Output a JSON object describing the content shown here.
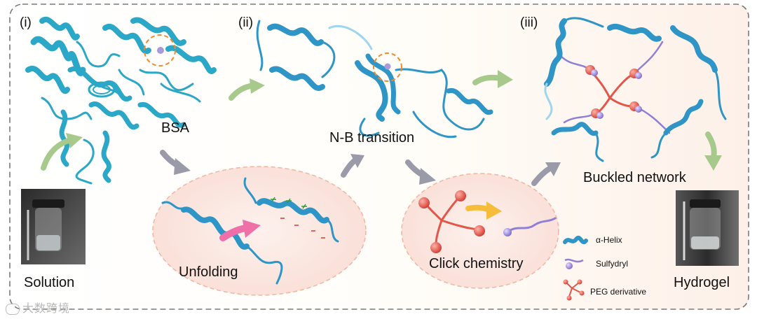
{
  "stages": {
    "i": "(i)",
    "ii": "(ii)",
    "iii": "(iii)"
  },
  "labels": {
    "bsa": "BSA",
    "nb": "N-B transition",
    "buckled": "Buckled network",
    "solution": "Solution",
    "hydrogel": "Hydrogel",
    "unfolding": "Unfolding",
    "click": "Click chemistry"
  },
  "legend": {
    "helix": "α-Helix",
    "sulfydryl": "Sulfydryl",
    "peg": "PEG derivative"
  },
  "watermark": "大数跨境",
  "colors": {
    "helix": "#2f95c7",
    "helix_light": "#9fd6ef",
    "protein": "#2ba7c7",
    "purple": "#8f7fd6",
    "peg": "#e3574a",
    "arrow_green": "#a7c98c",
    "arrow_gray": "#9a9aa8",
    "arrow_pink": "#ef6fa9",
    "arrow_yellow": "#f6bd3a",
    "border": "#7a7a7a",
    "bubble": "#fbe8e3",
    "bubble_border": "#f0b6a3"
  }
}
